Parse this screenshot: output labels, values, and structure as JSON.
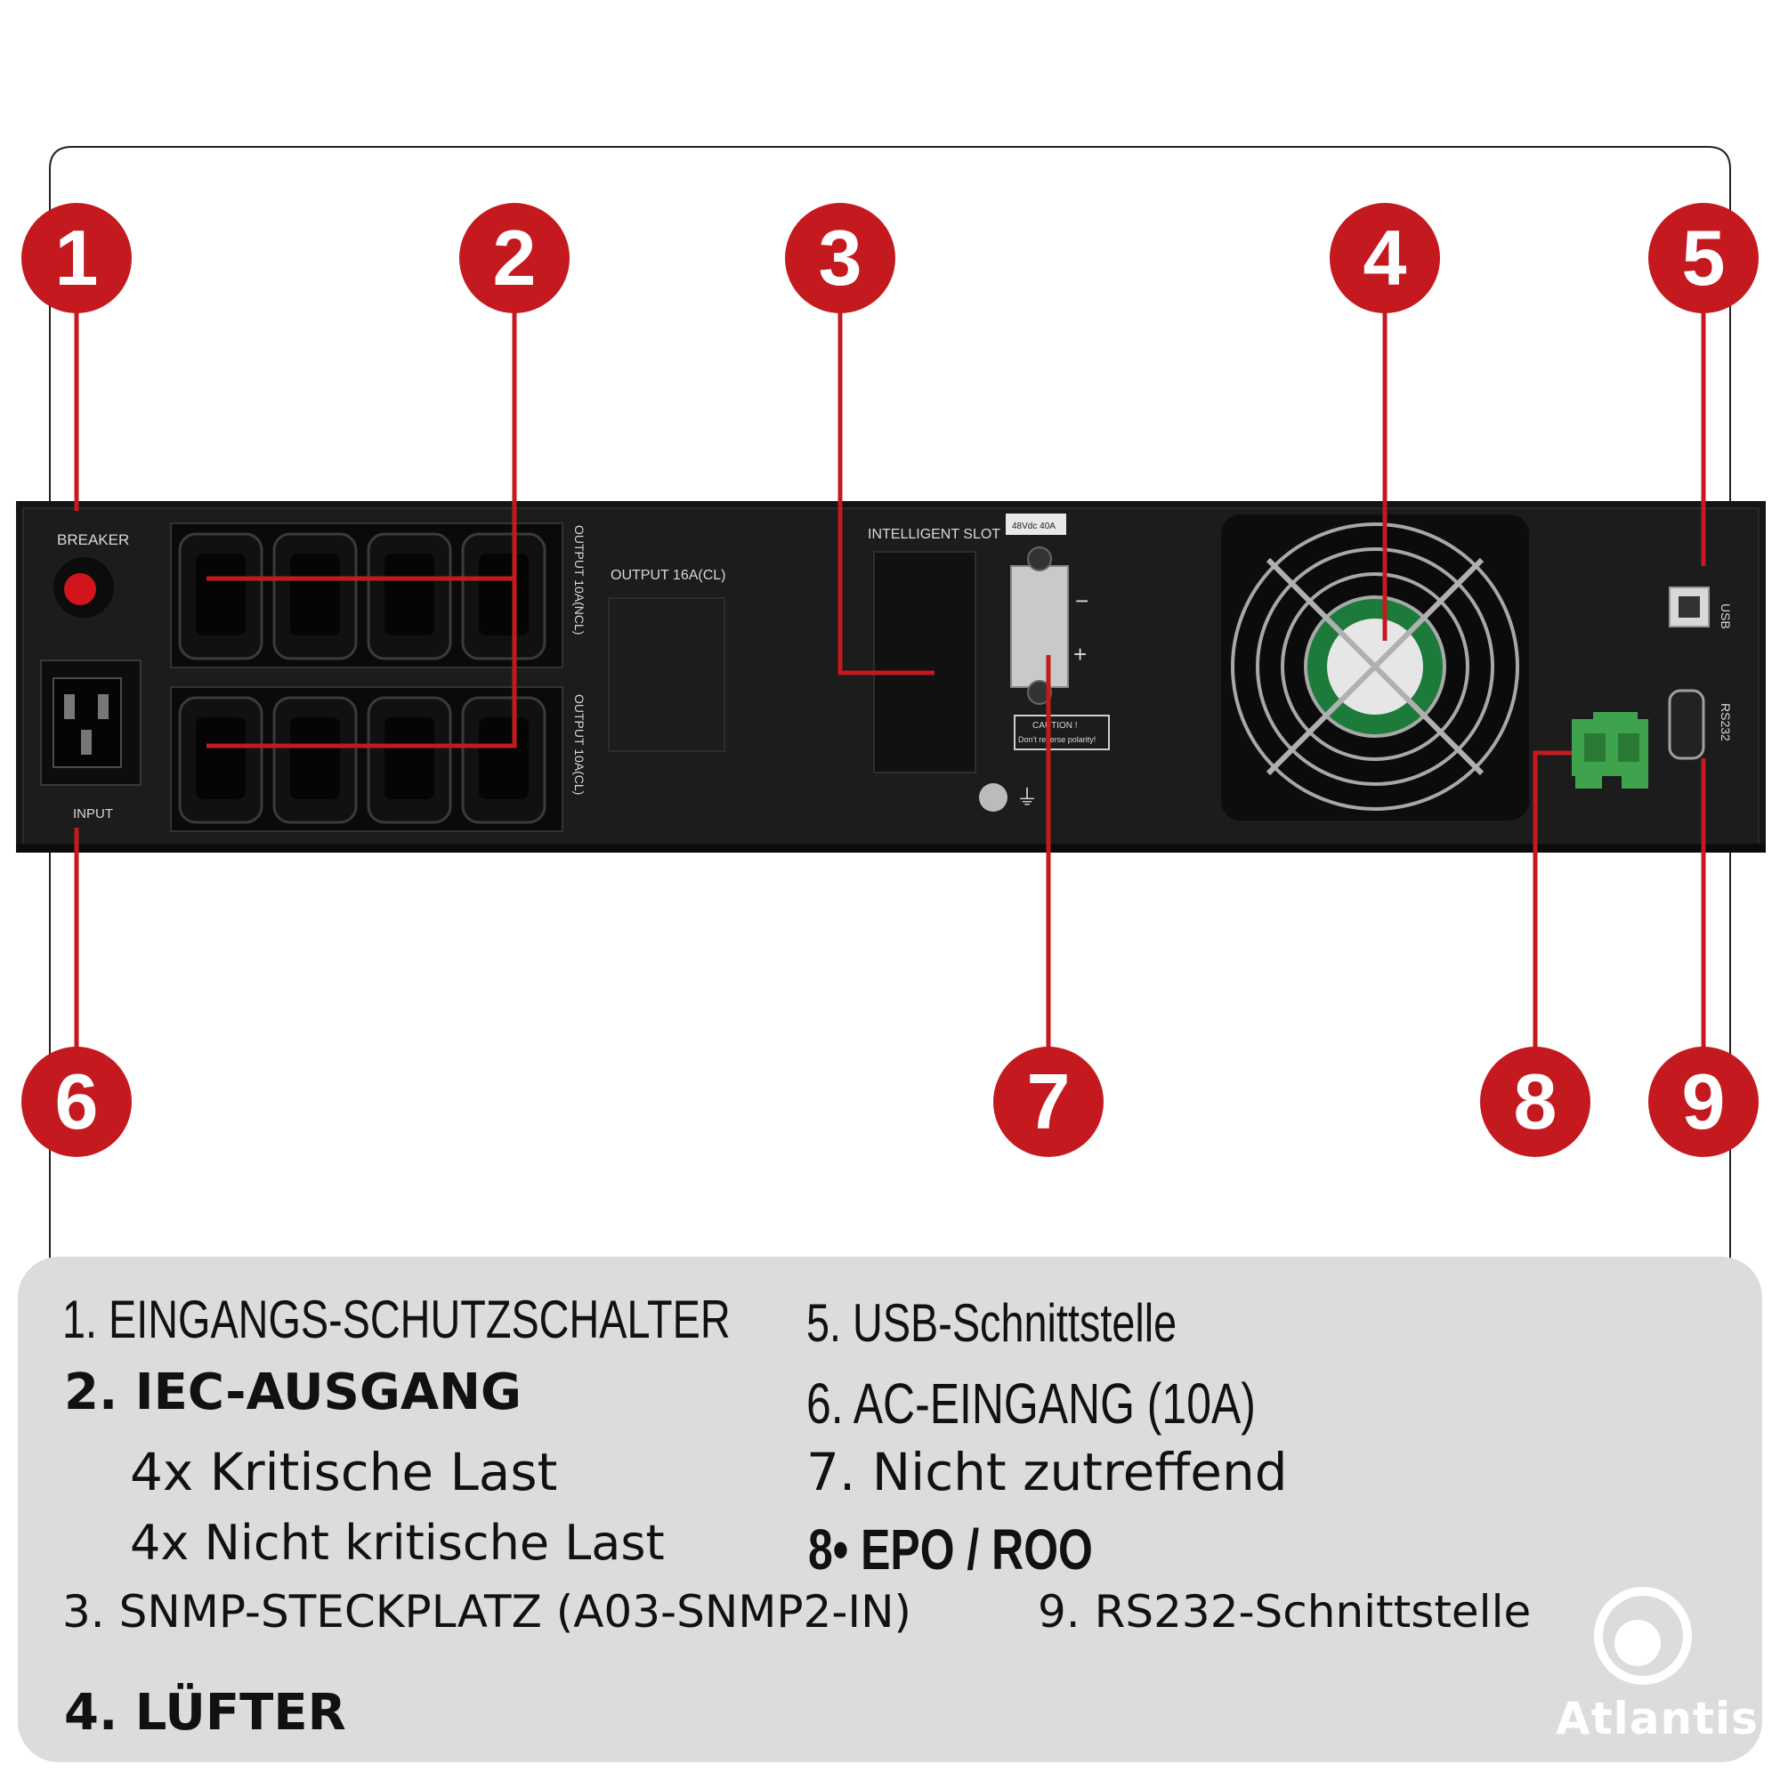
{
  "device": {
    "breaker_label": "BREAKER",
    "input_label": "INPUT",
    "output_16a_label": "OUTPUT 16A(CL)",
    "output_top_label": "OUTPUT 10A(NCL)",
    "output_bottom_label": "OUTPUT 10A(CL)",
    "intelligent_slot_label": "INTELLIGENT SLOT",
    "battery_rating_label": "48Vdc 40A",
    "minus_sign": "−",
    "plus_sign": "+",
    "caution_title": "CAUTION !",
    "caution_text": "Don't reverse polarity!",
    "usb_label": "USB",
    "rs232_label": "RS232"
  },
  "callouts": [
    "1",
    "2",
    "3",
    "4",
    "5",
    "6",
    "7",
    "8",
    "9"
  ],
  "legend": {
    "item1": "1. EINGANGS-SCHUTZSCHALTER",
    "item2": "2. IEC-AUSGANG",
    "item2a": "4x Kritische Last",
    "item2b": "4x Nicht kritische Last",
    "item3": "3. SNMP-STECKPLATZ (A03-SNMP2-IN)",
    "item4": "4. LÜFTER",
    "item5": "5. USB-Schnittstelle",
    "item6": "6. AC-EINGANG (10A)",
    "item7": "7. Nicht zutreffend",
    "item8": "8• EPO / ROO",
    "item9": "9. RS232-Schnittstelle"
  },
  "brand": {
    "name": "Atlantis"
  },
  "colors": {
    "callout": "#c41a1f",
    "line": "#c41a1f",
    "panel": "#1a1a1a",
    "legend_bg": "#dcdcdc"
  }
}
